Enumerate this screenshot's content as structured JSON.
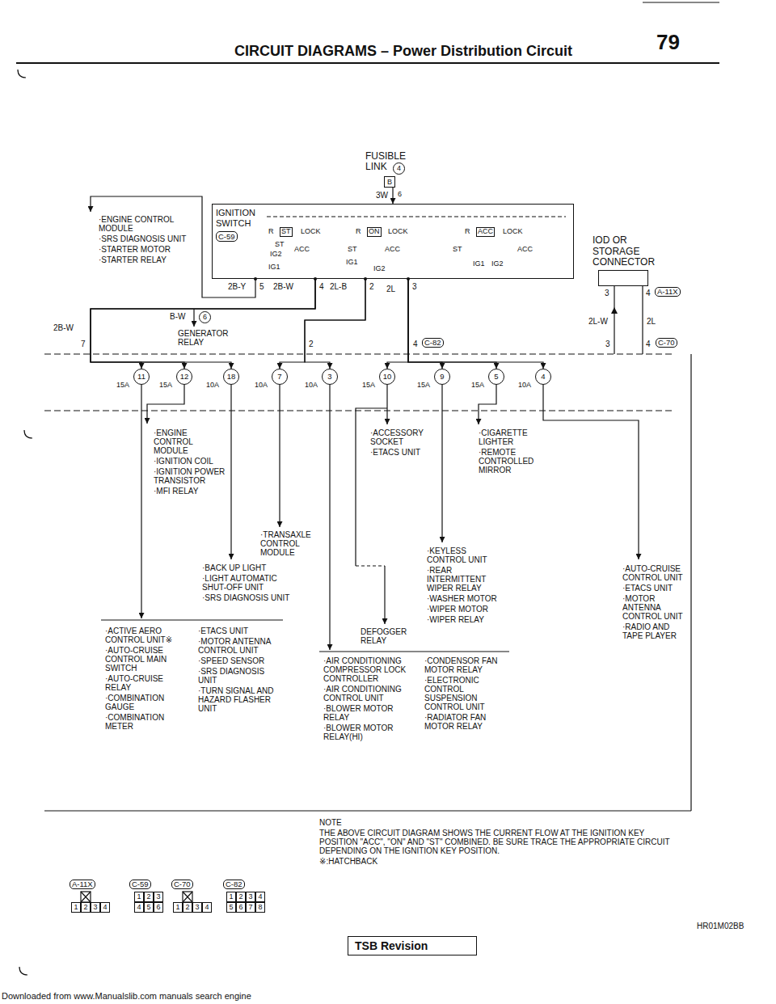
{
  "diagram": {
    "title": "CIRCUIT DIAGRAMS – Power Distribution Circuit",
    "nodes": [
      {
        "text": [
          "B"
        ]
      },
      {
        "text": [
          "IGNITION SWITCH",
          "C-59"
        ]
      },
      {
        "text": [
          "IOD OR STORAGE CONNECTOR"
        ]
      },
      {
        "text": [
          "11",
          "15A"
        ]
      },
      {
        "text": [
          "12",
          "15A"
        ]
      },
      {
        "text": [
          "18",
          "10A"
        ]
      },
      {
        "text": [
          "7",
          "10A"
        ]
      },
      {
        "text": [
          "3",
          "10A"
        ]
      },
      {
        "text": [
          "10",
          "15A"
        ]
      },
      {
        "text": [
          "9",
          "15A"
        ]
      },
      {
        "text": [
          "5",
          "15A"
        ]
      },
      {
        "text": [
          "4",
          "10A"
        ]
      },
      {
        "text": [
          "TSB Revision"
        ]
      }
    ],
    "edges": [
      {
        "from": 0,
        "to": 1,
        "arrow": "to",
        "label": "3W"
      },
      {
        "from": 1,
        "to": 3,
        "arrow": "to"
      },
      {
        "from": 1,
        "to": 4,
        "arrow": "to"
      },
      {
        "from": 1,
        "to": 5,
        "arrow": "to"
      },
      {
        "from": 1,
        "to": 6,
        "arrow": "to"
      },
      {
        "from": 1,
        "to": 7,
        "arrow": "to"
      },
      {
        "from": 1,
        "to": 8,
        "arrow": "to"
      },
      {
        "from": 1,
        "to": 9,
        "arrow": "to"
      },
      {
        "from": 1,
        "to": 10,
        "arrow": "to"
      },
      {
        "from": 1,
        "to": 11,
        "arrow": "to"
      }
    ],
    "labels": [
      "79",
      "FUSIBLE LINK",
      "4",
      "6",
      "·ENGINE CONTROL MODULE",
      "·SRS DIAGNOSIS UNIT",
      "·STARTER MOTOR",
      "·STARTER RELAY",
      "R",
      "ST",
      "LOCK",
      "ST",
      "IG2",
      "ACC",
      "IG1",
      "R",
      "ON",
      "LOCK",
      "ST",
      "IG1",
      "ACC",
      "IG2",
      "R",
      "ACC",
      "LOCK",
      "ST",
      "IG1",
      "IG2",
      "ACC",
      "2B-Y",
      "5",
      "2B-W",
      "4",
      "2L-B",
      "2",
      "2L",
      "3",
      "6",
      "B-W",
      "GENERATOR RELAY",
      "2B-W",
      "7",
      "2",
      "4",
      "C-82",
      "3",
      "4",
      "A-11X",
      "2L-W",
      "2L",
      "3",
      "4",
      "C-70",
      "·ENGINE CONTROL MODULE",
      "·IGNITION COIL",
      "·IGNITION POWER TRANSISTOR",
      "·MFI RELAY",
      "·TRANSAXLE CONTROL MODULE",
      "·ACCESSORY SOCKET",
      "·ETACS UNIT",
      "·CIGARETTE LIGHTER",
      "·REMOTE CONTROLLED MIRROR",
      "·KEYLESS CONTROL UNIT",
      "·REAR INTERMITTENT WIPER RELAY",
      "·WASHER MOTOR",
      "·WIPER MOTOR",
      "·WIPER RELAY",
      "DEFOGGER RELAY",
      "·BACK UP LIGHT",
      "·LIGHT AUTOMATIC SHUT-OFF UNIT",
      "·SRS DIAGNOSIS UNIT",
      "·AUTO-CRUISE CONTROL UNIT",
      "·ETACS UNIT",
      "·MOTOR ANTENNA CONTROL UNIT",
      "·RADIO AND TAPE PLAYER",
      "·ACTIVE AERO CONTROL UNIT※",
      "·AUTO-CRUISE CONTROL MAIN SWITCH",
      "·AUTO-CRUISE RELAY",
      "·COMBINATION GAUGE",
      "·COMBINATION METER",
      "·ETACS UNIT",
      "·MOTOR ANTENNA CONTROL UNIT",
      "·SPEED SENSOR",
      "·SRS DIAGNOSIS UNIT",
      "·TURN SIGNAL AND HAZARD FLASHER UNIT",
      "·AIR CONDITIONING COMPRESSOR LOCK CONTROLLER",
      "·AIR CONDITIONING CONTROL UNIT",
      "·BLOWER MOTOR RELAY",
      "·BLOWER MOTOR RELAY(HI)",
      "·CONDENSOR FAN MOTOR RELAY",
      "·ELECTRONIC CONTROL SUSPENSION CONTROL UNIT",
      "·RADIATOR FAN MOTOR RELAY",
      "NOTE",
      "THE ABOVE CIRCUIT DIAGRAM SHOWS THE CURRENT FLOW AT THE IGNITION KEY POSITION \"ACC\", \"ON\" AND \"ST\" COMBINED. BE SURE TRACE THE APPROPRIATE CIRCUIT DEPENDING ON THE IGNITION KEY POSITION.",
      "※:HATCHBACK",
      "A-11X",
      "C-59",
      "C-70",
      "C-82",
      "1",
      "2",
      "3",
      "4",
      "1",
      "2",
      "3",
      "4",
      "5",
      "6",
      "1",
      "2",
      "3",
      "4",
      "1",
      "2",
      "3",
      "4",
      "5",
      "6",
      "7",
      "8",
      "HR01M02BB",
      "Downloaded from www.Manualslib.com manuals search engine"
    ]
  }
}
